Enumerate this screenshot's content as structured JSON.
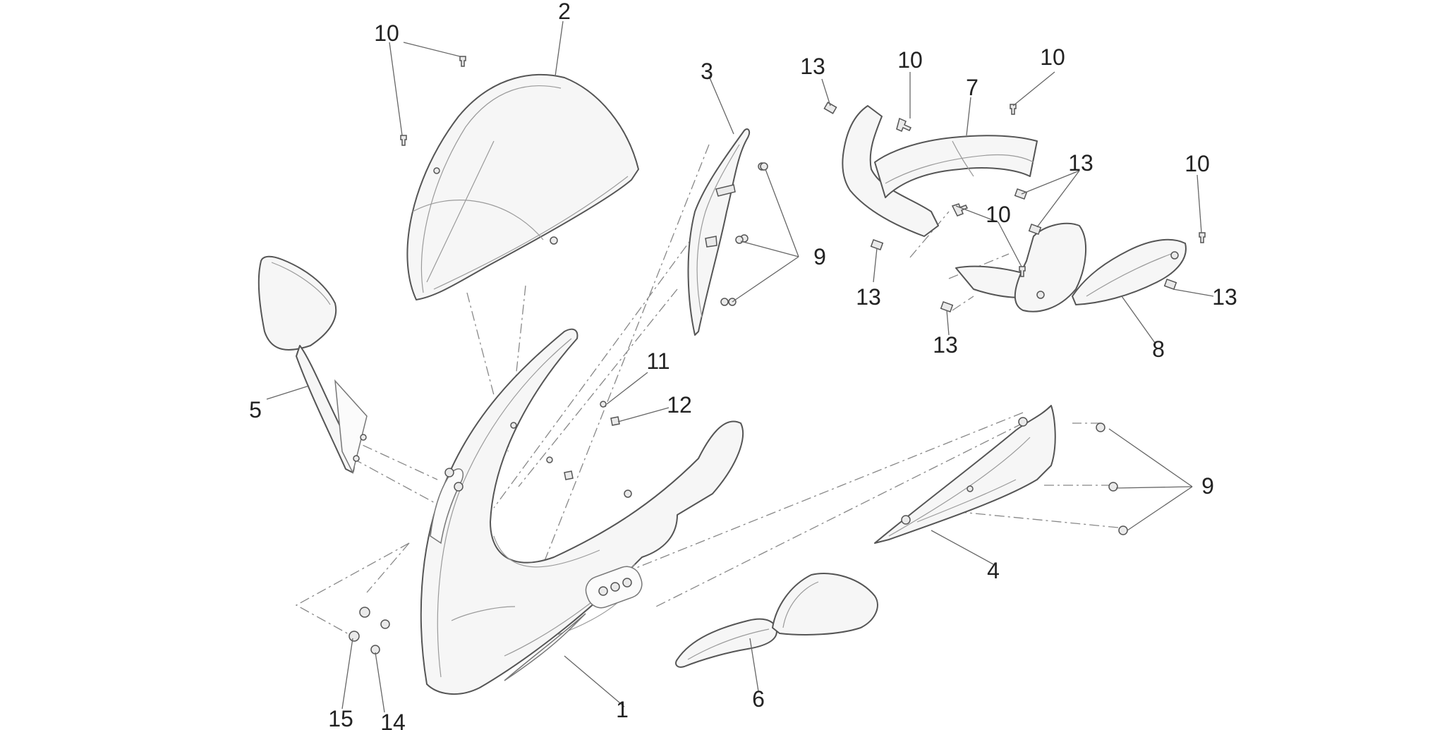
{
  "callouts": [
    {
      "id": "c1",
      "label": "1"
    },
    {
      "id": "c2",
      "label": "2"
    },
    {
      "id": "c3",
      "label": "3"
    },
    {
      "id": "c4",
      "label": "4"
    },
    {
      "id": "c5",
      "label": "5"
    },
    {
      "id": "c6",
      "label": "6"
    },
    {
      "id": "c7",
      "label": "7"
    },
    {
      "id": "c8",
      "label": "8"
    },
    {
      "id": "c9a",
      "label": "9"
    },
    {
      "id": "c9b",
      "label": "9"
    },
    {
      "id": "c10a",
      "label": "10"
    },
    {
      "id": "c10b",
      "label": "10"
    },
    {
      "id": "c10c",
      "label": "10"
    },
    {
      "id": "c10d",
      "label": "10"
    },
    {
      "id": "c10e",
      "label": "10"
    },
    {
      "id": "c11",
      "label": "11"
    },
    {
      "id": "c12",
      "label": "12"
    },
    {
      "id": "c13a",
      "label": "13"
    },
    {
      "id": "c13b",
      "label": "13"
    },
    {
      "id": "c13c",
      "label": "13"
    },
    {
      "id": "c13d",
      "label": "13"
    },
    {
      "id": "c13e",
      "label": "13"
    },
    {
      "id": "c14",
      "label": "14"
    },
    {
      "id": "c15",
      "label": "15"
    }
  ]
}
